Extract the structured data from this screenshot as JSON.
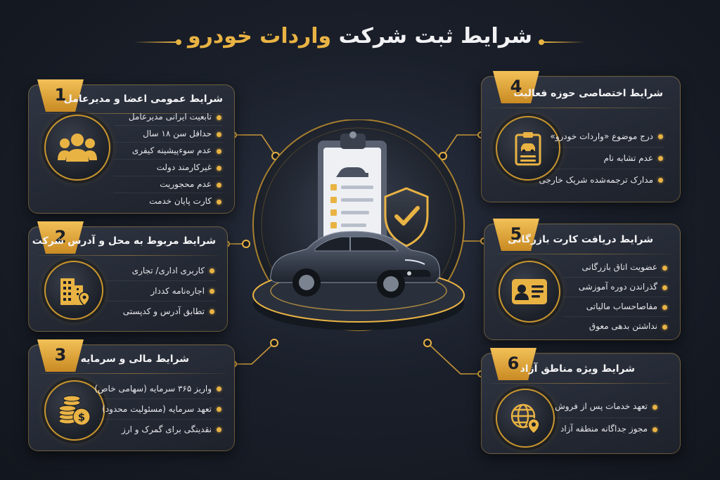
{
  "title": {
    "part1": "شرایط ثبت شرکت ",
    "part2": "واردات خودرو"
  },
  "colors": {
    "gold": "#e9b344",
    "panel": "#262b35",
    "background": "#161a22"
  },
  "cards": [
    {
      "number": "1",
      "title": "شرایط عمومی اعضا و مدیرعامل",
      "icon": "people-group-icon",
      "items": [
        "تابعیت ایرانی مدیرعامل",
        "حداقل سن ۱۸ سال",
        "عدم سوءپیشینه کیفری",
        "غیرکارمند دولت",
        "عدم محجوریت",
        "کارت پایان خدمت"
      ]
    },
    {
      "number": "2",
      "title": "شرایط مربوط به محل و آدرس شرکت",
      "icon": "building-location-icon",
      "items": [
        "کاربری اداری/ تجاری",
        "اجاره‌نامه کددار",
        "تطابق آدرس و کدپستی"
      ]
    },
    {
      "number": "3",
      "title": "شرایط مالی و سرمایه",
      "icon": "coins-dollar-icon",
      "items": [
        "واریز ۳۶۵ سرمایه (سهامی خاص)",
        "تعهد سرمایه (مسئولیت محدود)",
        "نقدینگی برای گمرک و ارز"
      ]
    },
    {
      "number": "4",
      "title": "شرایط اختصاصی حوزه فعالیت",
      "icon": "clipboard-car-icon",
      "items": [
        "درج موضوع «واردات خودرو»",
        "عدم تشابه نام",
        "مدارک ترجمه‌شده شریک خارجی"
      ]
    },
    {
      "number": "5",
      "title": "شرایط دریافت کارت بازرگانی",
      "icon": "id-card-icon",
      "items": [
        "عضویت اتاق بازرگانی",
        "گذراندن دوره آموزشی",
        "مفاصاحساب مالیاتی",
        "نداشتن بدهی معوق"
      ]
    },
    {
      "number": "6",
      "title": "شرایط ویژه مناطق آزاد",
      "icon": "globe-location-icon",
      "items": [
        "تعهد خدمات پس از فروش",
        "مجوز جداگانه منطقه آزاد"
      ]
    }
  ]
}
